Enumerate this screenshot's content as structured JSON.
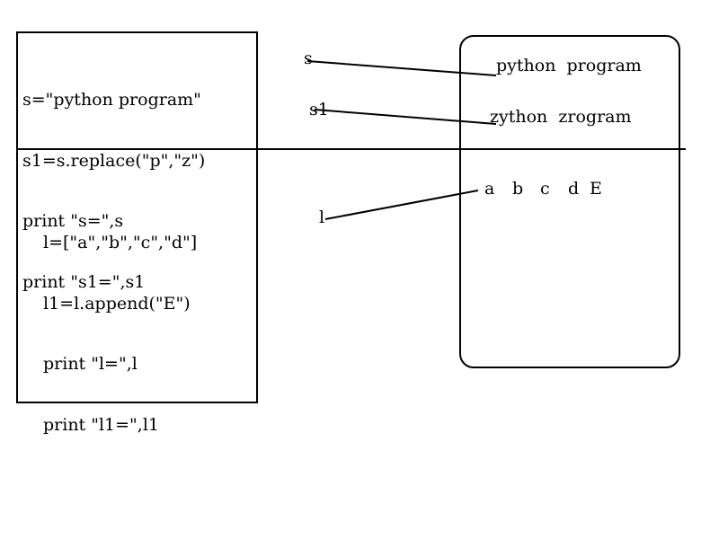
{
  "code_block_1": {
    "lines": [
      "s=\"python program\"",
      "s1=s.replace(\"p\",\"z\")",
      "print \"s=\",s",
      "print \"s1=\",s1"
    ]
  },
  "code_block_2": {
    "lines": [
      "l=[\"a\",\"b\",\"c\",\"d\"]",
      "l1=l.append(\"E\")",
      "print \"l=\",l",
      "print \"l1=\",l1"
    ]
  },
  "variables": {
    "s": "s",
    "s1": "s1",
    "l": "l"
  },
  "values": {
    "s_value": "python  program",
    "s1_value": "zython  zrogram",
    "list_items": [
      "a",
      "b",
      "c",
      "d",
      "E"
    ]
  }
}
